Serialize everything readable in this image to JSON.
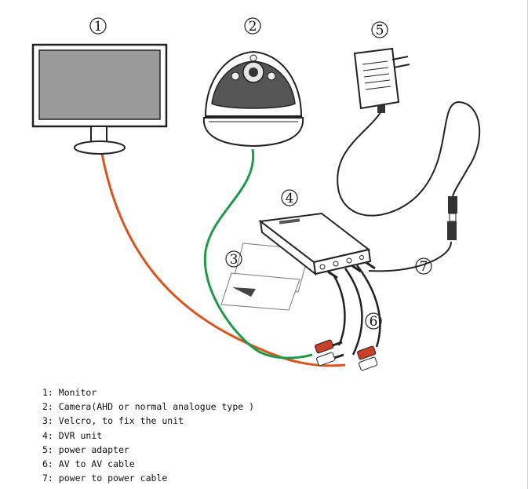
{
  "callouts": {
    "monitor": "1",
    "camera": "2",
    "velcro": "3",
    "dvr": "4",
    "adapter": "5",
    "av_cable": "6",
    "power_cable": "7"
  },
  "legend": [
    {
      "num": "1:",
      "text": "Monitor"
    },
    {
      "num": "2:",
      "text": "Camera(AHD or normal analogue type )"
    },
    {
      "num": "3:",
      "text": "Velcro, to fix the unit"
    },
    {
      "num": "4:",
      "text": "DVR unit"
    },
    {
      "num": "5:",
      "text": "power adapter"
    },
    {
      "num": "6:",
      "text": "AV to AV cable"
    },
    {
      "num": "7:",
      "text": "power to power cable"
    }
  ],
  "colors": {
    "video_out_cable": "#d9541e",
    "video_in_cable": "#1e9a4a",
    "outline": "#222222",
    "screen": "#9a9a9a",
    "rca_red": "#c8402a"
  }
}
